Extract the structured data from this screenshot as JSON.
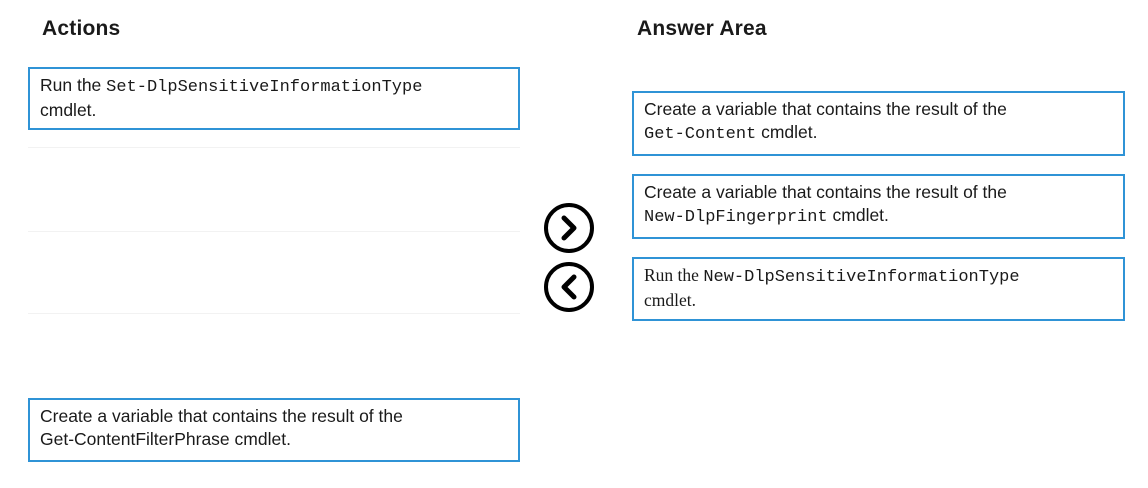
{
  "actions": {
    "heading": "Actions",
    "item_set_type": {
      "pre": "Run the ",
      "code": "Set-DlpSensitiveInformationType",
      "post": "cmdlet."
    },
    "item_filter_phrase": {
      "line1": "Create a variable that contains the result of the",
      "line2": "Get-ContentFilterPhrase cmdlet."
    }
  },
  "answer_area": {
    "heading": "Answer Area",
    "item_get_content": {
      "line1": "Create a variable that contains the result of the",
      "code": "Get-Content",
      "post": " cmdlet."
    },
    "item_fingerprint": {
      "line1": "Create a variable that contains the result of the",
      "code": "New-DlpFingerprint",
      "post": " cmdlet."
    },
    "item_new_type": {
      "pre": "Run the ",
      "code": "New-DlpSensitiveInformationType",
      "post": "cmdlet."
    }
  },
  "controls": {
    "move_right_icon": "chevron-right",
    "move_left_icon": "chevron-left",
    "accent_color": "#2f93d6"
  }
}
